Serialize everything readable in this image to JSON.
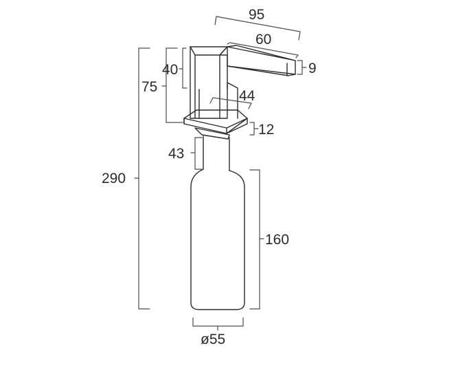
{
  "dimensions": {
    "overall_height": "290",
    "head_height": "75",
    "body_height": "40",
    "spout_reach": "95",
    "spout_length": "60",
    "spout_thickness": "9",
    "flange_width": "44",
    "flange_thickness": "12",
    "shank_length": "43",
    "bottle_height": "160",
    "bottle_diameter": "ø55"
  },
  "colors": {
    "stroke": "#2b2b2b",
    "text": "#2b2b2b",
    "background": "#ffffff"
  }
}
